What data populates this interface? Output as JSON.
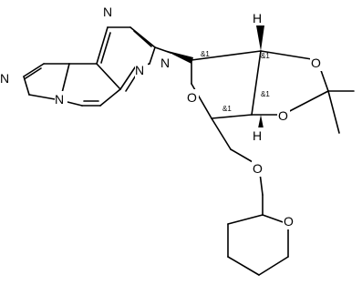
{
  "atom_labels": {
    "n_imid_top": "N",
    "n_imid_sub": "N",
    "n_pyr_top": "N",
    "n_pyr_bridge": "N",
    "n_pym": "N",
    "o_ring": "O",
    "o_upper": "O",
    "o_lower": "O",
    "o_ether": "O",
    "o_thp": "O",
    "h_upper": "H",
    "h_lower": "H"
  },
  "stereo_labels": {
    "c1": "&1",
    "c2": "&1",
    "c3": "&1",
    "c4": "&1"
  }
}
